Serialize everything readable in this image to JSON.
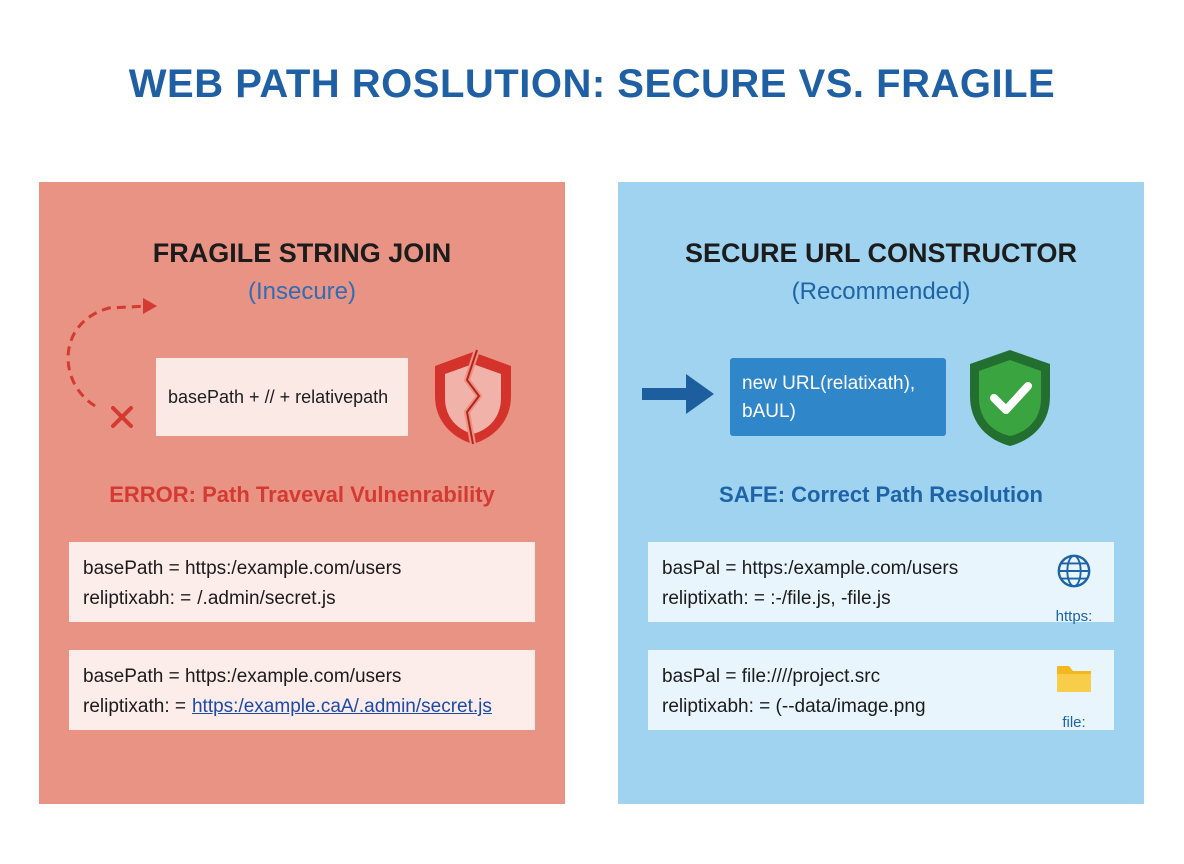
{
  "title": "WEB PATH ROSLUTION: SECURE VS. FRAGILE",
  "left": {
    "heading": "FRAGILE STRING JOIN",
    "subheading": "(Insecure)",
    "code": "basePath + // + relativepath",
    "status": "ERROR: Path Traveval Vulnenrability",
    "examples": [
      {
        "line1": "basePath = https:/example.com/users",
        "line2_label": "reliptixabh: =",
        "line2_value": "/.admin/secret.js",
        "link": false
      },
      {
        "line1": "basePath = https:/example.com/users",
        "line2_label": "reliptixath: =",
        "line2_value": "https:/example.caA/.admin/secret.js",
        "link": true
      }
    ],
    "icons": {
      "arrow": "dashed-curved-arrow-icon",
      "fail": "x-mark-icon",
      "shield": "broken-shield-icon"
    },
    "colors": {
      "panel": "#e99385",
      "accent": "#d33a32"
    }
  },
  "right": {
    "heading": "SECURE URL CONSTRUCTOR",
    "subheading": "(Recommended)",
    "code_line1": "new URL(relatixath),",
    "code_line2": "bAUL)",
    "status": "SAFE: Correct Path Resolution",
    "examples": [
      {
        "line1": "basPal = https:/example.com/users",
        "line2": "reliptixath: = :-/file.js, -file.js",
        "icon_label": "https:",
        "icon": "globe-icon"
      },
      {
        "line1": "basPal = file:////project.src",
        "line2": "reliptixabh: = (--data/image.png",
        "icon_label": "file:",
        "icon": "folder-icon"
      }
    ],
    "icons": {
      "arrow": "right-arrow-icon",
      "shield": "check-shield-icon"
    },
    "colors": {
      "panel": "#9fd3ef",
      "accent": "#1d63a8",
      "code_box": "#2f86c9",
      "shield": "#3aa540"
    }
  }
}
